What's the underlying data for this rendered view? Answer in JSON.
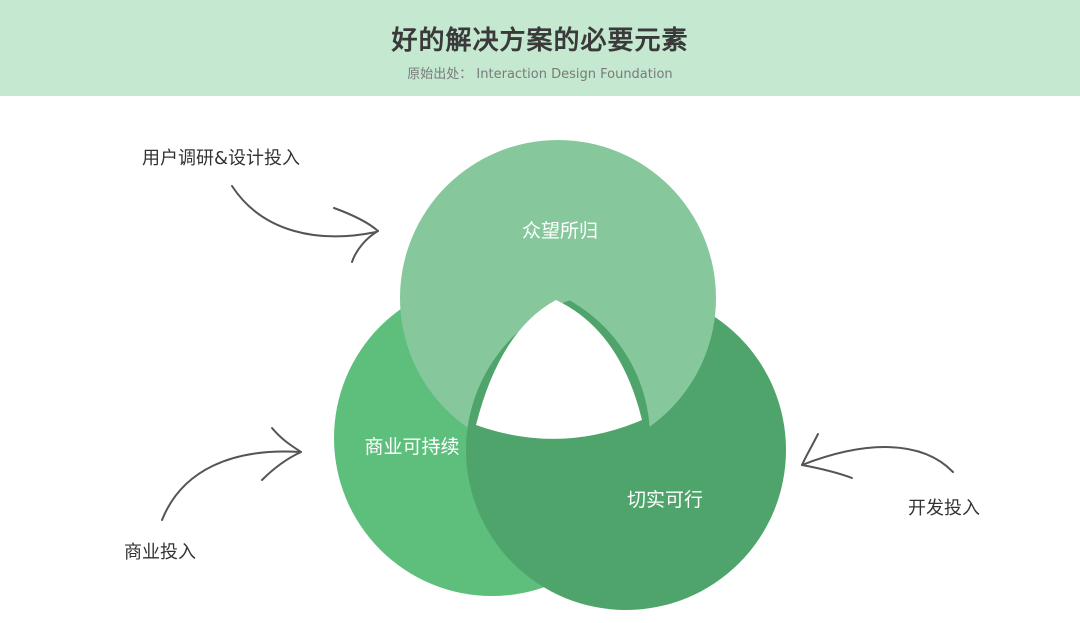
{
  "header": {
    "title": "好的解决方案的必要元素",
    "source": "原始出处： Interaction Design Foundation"
  },
  "circles": {
    "desirable": {
      "label": "众望所归",
      "color": "#86c89c"
    },
    "viable": {
      "label": "商业可持续",
      "color": "#5ebf7d"
    },
    "feasible": {
      "label": "切实可行",
      "color": "#4fa46b"
    }
  },
  "inputs": {
    "user_research_design": "用户调研&设计投入",
    "business": "商业投入",
    "development": "开发投入"
  },
  "colors": {
    "header_bg": "#c4e8d0",
    "arrow": "#555555"
  }
}
